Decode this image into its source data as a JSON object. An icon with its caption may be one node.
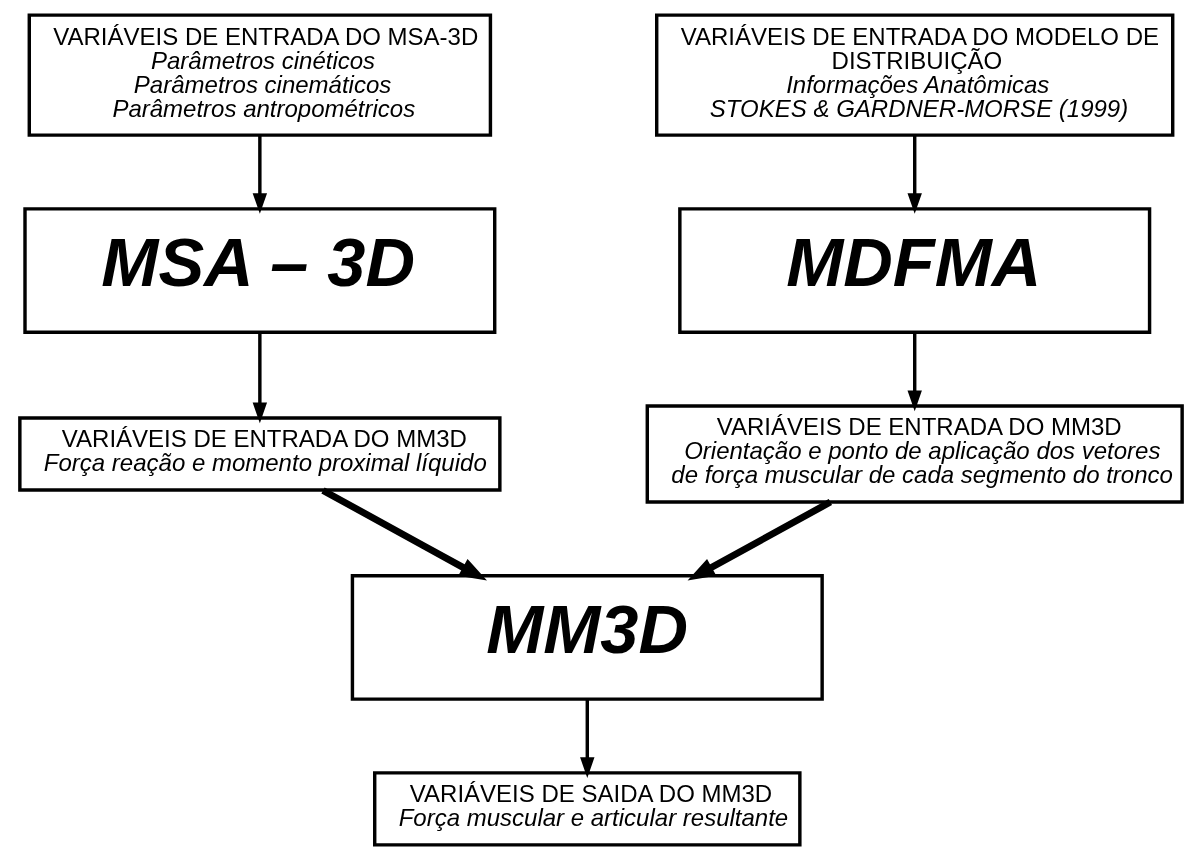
{
  "diagram": {
    "nodes": [
      {
        "text": [
          "VARIÁVEIS DE ENTRADA DO MSA-3D",
          "Parâmetros cinéticos",
          "Parâmetros cinemáticos",
          "Parâmetros antropométricos"
        ]
      },
      {
        "text": [
          "VARIÁVEIS DE ENTRADA DO MODELO DE DISTRIBUIÇÃO",
          "Informações Anatômicas",
          "STOKES & GARDNER-MORSE (1999)"
        ]
      },
      {
        "text": [
          "MSA – 3D"
        ]
      },
      {
        "text": [
          "MDFMA"
        ]
      },
      {
        "text": [
          "VARIÁVEIS DE ENTRADA DO MM3D",
          "Força reação e momento proximal líquido"
        ]
      },
      {
        "text": [
          "VARIÁVEIS DE ENTRADA DO MM3D",
          "Orientação e ponto de aplicação dos vetores de força muscular de cada segmento do tronco"
        ]
      },
      {
        "text": [
          "MM3D"
        ]
      },
      {
        "text": [
          "VARIÁVEIS DE SAIDA DO MM3D",
          "Força muscular e articular resultante"
        ]
      }
    ],
    "edges": [
      {
        "from": 0,
        "to": 2,
        "arrow": "to"
      },
      {
        "from": 1,
        "to": 3,
        "arrow": "to"
      },
      {
        "from": 2,
        "to": 4,
        "arrow": "to"
      },
      {
        "from": 3,
        "to": 5,
        "arrow": "to"
      },
      {
        "from": 4,
        "to": 6,
        "arrow": "to",
        "style": "thick"
      },
      {
        "from": 5,
        "to": 6,
        "arrow": "to",
        "style": "thick"
      },
      {
        "from": 6,
        "to": 7,
        "arrow": "to"
      }
    ]
  }
}
